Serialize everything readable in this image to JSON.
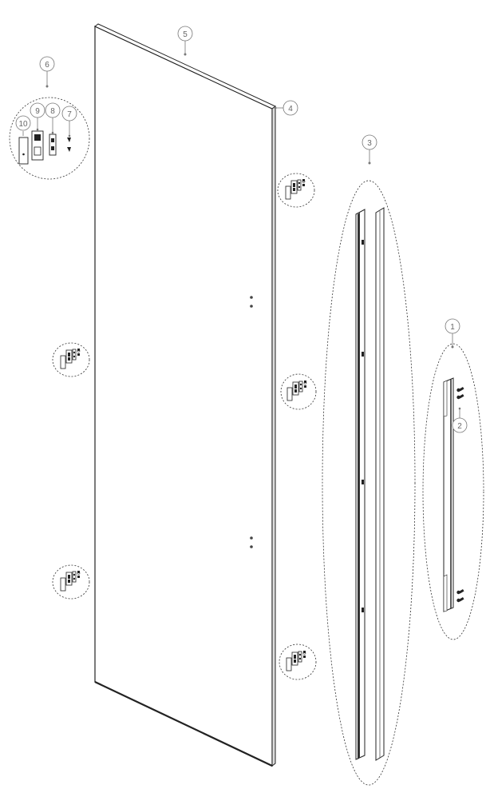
{
  "callouts": {
    "c1": "1",
    "c2": "2",
    "c3": "3",
    "c4": "4",
    "c5": "5",
    "c6": "6",
    "c7": "7",
    "c8": "8",
    "c9": "9",
    "c10": "10"
  },
  "colors": {
    "line": "#222222",
    "callout": "#777777",
    "panel_edge": "#2a2a2a",
    "bar_dark": "#333333"
  }
}
